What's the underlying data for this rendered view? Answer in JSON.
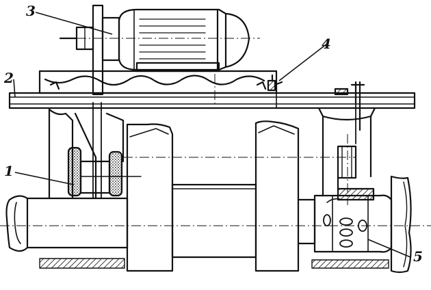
{
  "callouts": {
    "one": "1",
    "two": "2",
    "three": "3",
    "four": "4",
    "five": "5"
  },
  "colors": {
    "ink": "#111111",
    "paper": "#ffffff"
  }
}
